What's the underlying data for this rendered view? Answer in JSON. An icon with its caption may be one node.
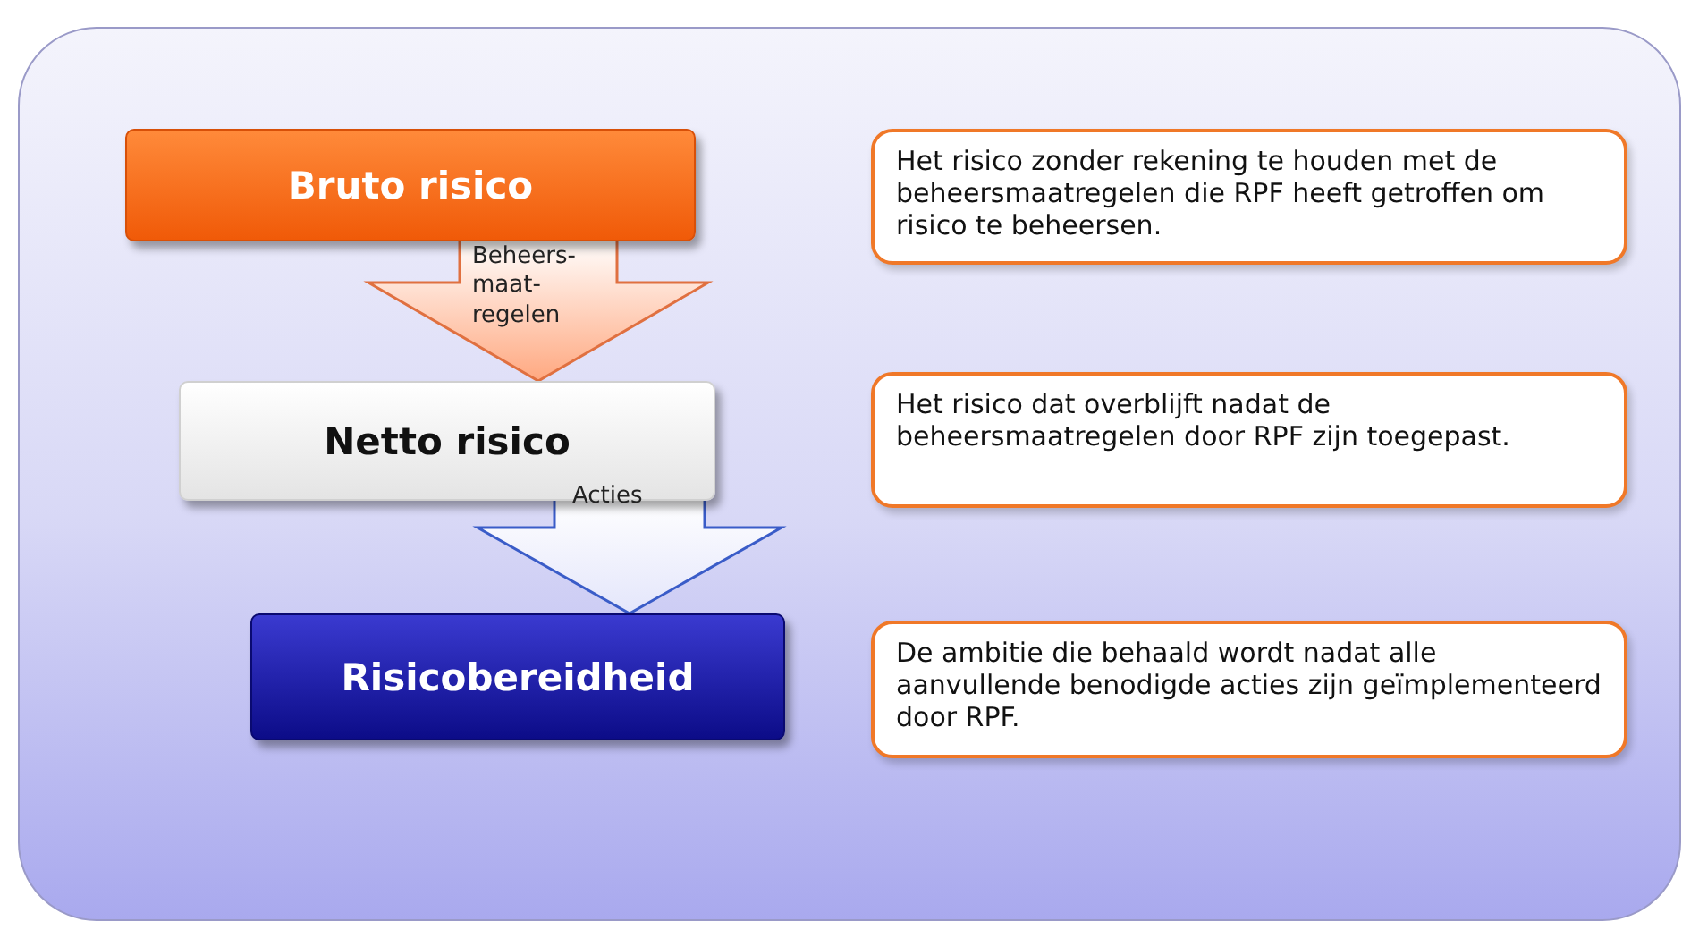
{
  "diagram": {
    "nodes": [
      {
        "text": [
          "Bruto risico"
        ]
      },
      {
        "text": [
          "Netto risico"
        ]
      },
      {
        "text": [
          "Risicobereidheid"
        ]
      },
      {
        "text": [
          "Het risico zonder rekening te houden met de beheersmaatregelen die RPF heeft getroffen om risico te beheersen."
        ]
      },
      {
        "text": [
          "Het risico dat overblijft nadat de beheersmaatregelen door RPF zijn toegepast."
        ]
      },
      {
        "text": [
          "De ambitie die behaald wordt nadat alle aanvullende benodigde acties zijn geïmplementeerd door RPF."
        ]
      }
    ],
    "edges": [
      {
        "from": 0,
        "to": 1,
        "arrow": "to",
        "label": "Beheers-maat-regelen",
        "style": "thick",
        "color": "#ffa880"
      },
      {
        "from": 1,
        "to": 2,
        "arrow": "to",
        "label": "Acties",
        "style": "thick",
        "color": "#e4e6fb"
      }
    ]
  }
}
